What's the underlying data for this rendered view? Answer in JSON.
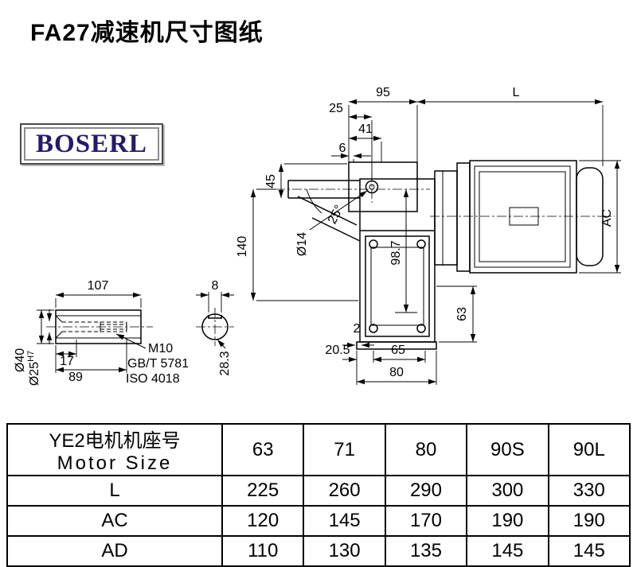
{
  "page": {
    "title": "FA27减速机尺寸图纸"
  },
  "logo": {
    "text": "BOSERL"
  },
  "drawing": {
    "dims": {
      "d95": "95",
      "dL": "L",
      "d25": "25",
      "d41": "41",
      "d6": "6",
      "d45": "45",
      "d140": "140",
      "dia14": "Ø14",
      "angle25": "25°",
      "d98_7": "98.7",
      "dAC": "AC",
      "d63": "63",
      "d2": "2",
      "d20_5": "20.5",
      "d65": "65",
      "d80": "80",
      "d107": "107",
      "d17": "17",
      "d89": "89",
      "m10": "M10",
      "gbt5781": "GB/T 5781",
      "iso4018": "ISO 4018",
      "dia40": "Ø40",
      "dia25": "Ø25",
      "dia25_tol": "H7",
      "d8": "8",
      "d28_3": "28.3"
    }
  },
  "table": {
    "header_cn": "YE2电机机座号",
    "header_en": "Motor Size",
    "columns": [
      "63",
      "71",
      "80",
      "90S",
      "90L"
    ],
    "rows": [
      {
        "label": "L",
        "values": [
          "225",
          "260",
          "290",
          "300",
          "330"
        ]
      },
      {
        "label": "AC",
        "values": [
          "120",
          "145",
          "170",
          "190",
          "190"
        ]
      },
      {
        "label": "AD",
        "values": [
          "110",
          "130",
          "135",
          "145",
          "145"
        ]
      }
    ]
  }
}
